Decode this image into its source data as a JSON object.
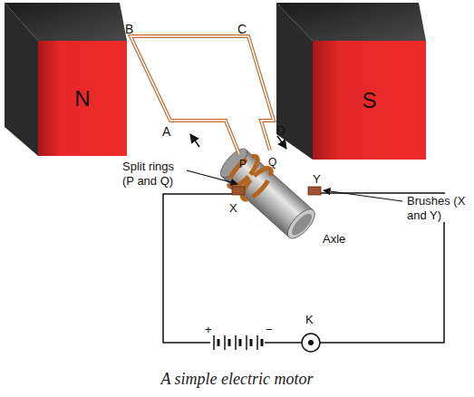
{
  "diagram": {
    "caption": "A simple electric motor",
    "nodes": [
      {
        "text": [
          "N"
        ]
      },
      {
        "text": [
          "S"
        ]
      }
    ],
    "labels": [
      "B",
      "C",
      "A",
      "D",
      "Split rings (P and Q)",
      "P",
      "Q",
      "X",
      "Y",
      "Brushes (X and Y)",
      "Axle",
      "+",
      "−",
      "K"
    ]
  }
}
